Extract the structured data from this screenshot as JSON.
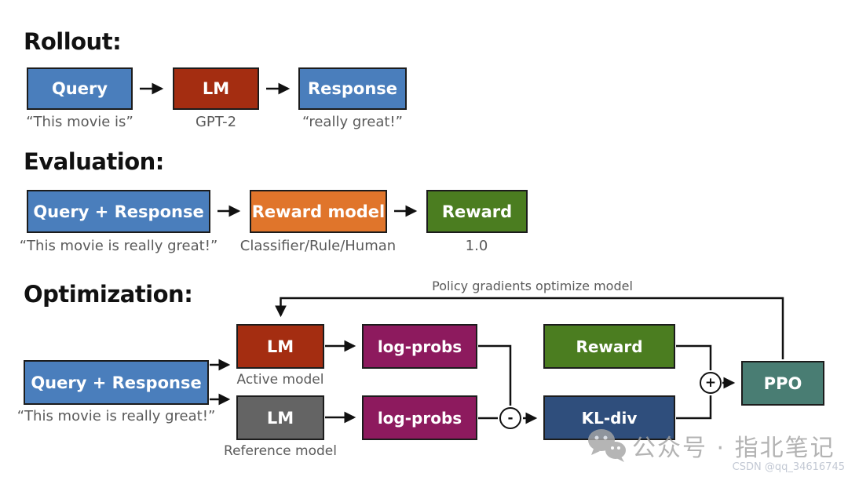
{
  "colors": {
    "box_blue": "#4a7ebc",
    "box_red": "#a42d11",
    "box_orange": "#e0752b",
    "box_green": "#4b7d20",
    "box_purple": "#8d1a5e",
    "box_navy": "#2f4e7c",
    "box_gray": "#646464",
    "box_teal": "#497d73",
    "caption_gray": "#5a5a5a",
    "arrow_black": "#111111",
    "watermark_gray": "#a3a3a3"
  },
  "rollout": {
    "title": "Rollout:",
    "nodes": [
      {
        "label": "Query",
        "caption": "“This movie is”"
      },
      {
        "label": "LM",
        "caption": "GPT-2"
      },
      {
        "label": "Response",
        "caption": "“really great!”"
      }
    ]
  },
  "evaluation": {
    "title": "Evaluation:",
    "nodes": [
      {
        "label": "Query + Response",
        "caption": "“This movie is really great!”"
      },
      {
        "label": "Reward model",
        "caption": "Classifier/Rule/Human"
      },
      {
        "label": "Reward",
        "caption": "1.0"
      }
    ]
  },
  "optimization": {
    "title": "Optimization:",
    "loop_label": "Policy gradients optimize model",
    "query_response": {
      "label": "Query + Response",
      "caption": "“This movie is really great!”"
    },
    "active_lm": {
      "label": "LM",
      "caption": "Active model"
    },
    "reference_lm": {
      "label": "LM",
      "caption": "Reference model"
    },
    "logprobs_active": {
      "label": "log-probs"
    },
    "logprobs_reference": {
      "label": "log-probs"
    },
    "reward": {
      "label": "Reward"
    },
    "kl_div": {
      "label": "KL-div"
    },
    "ppo": {
      "label": "PPO"
    },
    "minus_junction": "-",
    "plus_junction": "+"
  },
  "watermark": {
    "wechat_text": "公众号 · 指北笔记",
    "csdn_text": "CSDN @qq_34616745"
  }
}
